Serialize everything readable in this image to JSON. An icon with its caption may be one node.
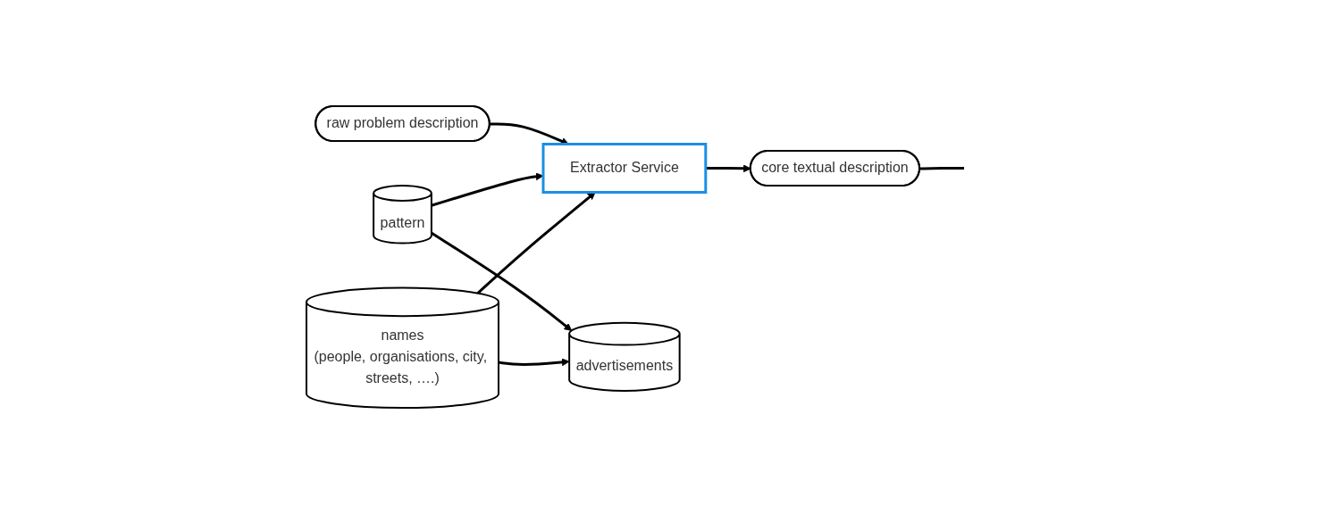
{
  "diagram": {
    "nodes": [
      {
        "text": [
          "raw problem description"
        ]
      },
      {
        "text": [
          "Extractor Service"
        ]
      },
      {
        "text": [
          "pattern"
        ]
      },
      {
        "text": [
          "names",
          "(people, organisations, city, streets, ….)"
        ]
      },
      {
        "text": [
          "advertisements"
        ]
      },
      {
        "text": [
          "core textual description"
        ]
      }
    ],
    "edges": [
      {
        "from": 0,
        "to": 1,
        "arrow": "to"
      },
      {
        "from": 2,
        "to": 1,
        "arrow": "to"
      },
      {
        "from": 3,
        "to": 1,
        "arrow": "to"
      },
      {
        "from": 2,
        "to": 4,
        "arrow": "to"
      },
      {
        "from": 3,
        "to": 4,
        "arrow": "to"
      },
      {
        "from": 1,
        "to": 5,
        "arrow": "to"
      },
      {
        "from": 5,
        "to": null,
        "arrow": "none"
      }
    ]
  }
}
